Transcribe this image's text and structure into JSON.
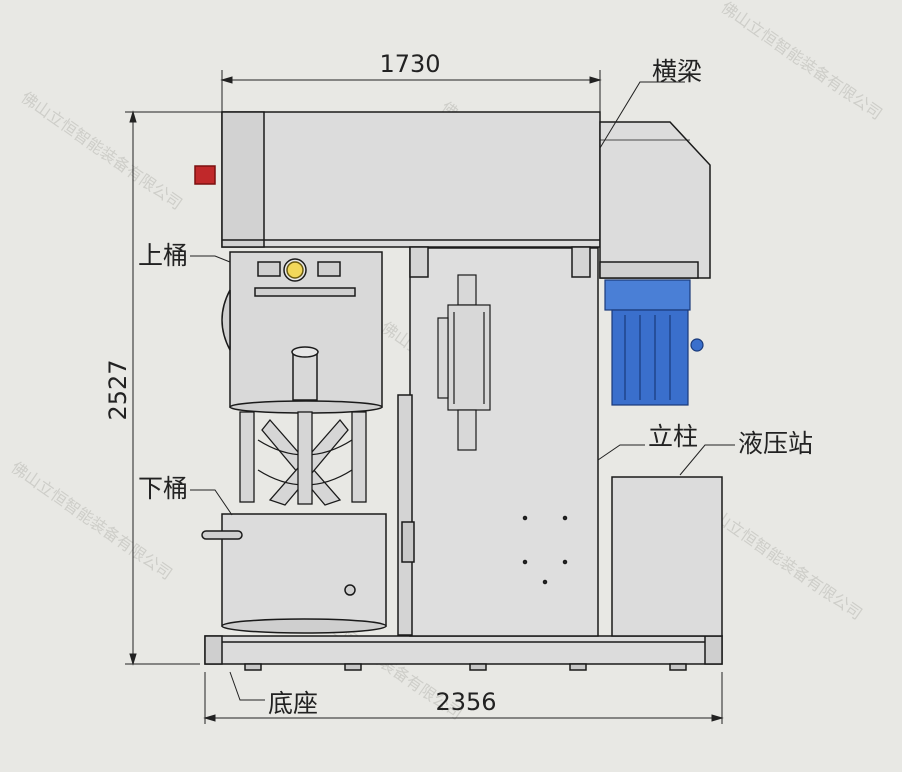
{
  "dimensions": {
    "top_width": "1730",
    "base_width": "2356",
    "height": "2527"
  },
  "labels": {
    "crossbeam": "横梁",
    "upper_barrel": "上桶",
    "lower_barrel": "下桶",
    "column": "立柱",
    "hydraulic_station": "液压站",
    "base": "底座"
  },
  "watermark": "佛山立恒智能装备有限公司",
  "colors": {
    "background": "#e8e8e4",
    "machine_body": "#dcdcdc",
    "outline": "#1a1a1a",
    "motor_blue": "#3a6fcc",
    "indicator_red": "#c0282a"
  }
}
